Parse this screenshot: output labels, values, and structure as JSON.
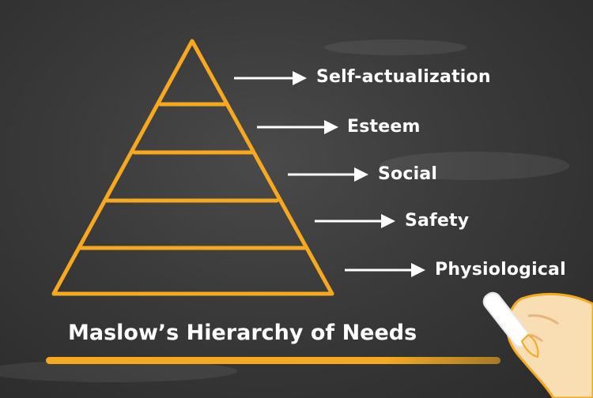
{
  "title": "Maslow’s Hierarchy of Needs",
  "levels": [
    {
      "label": "Self-actualization"
    },
    {
      "label": "Esteem"
    },
    {
      "label": "Social"
    },
    {
      "label": "Safety"
    },
    {
      "label": "Physiological"
    }
  ],
  "colors": {
    "background": "#3a3a3a",
    "pyramid_stroke": "#f6a91f",
    "text": "#ffffff",
    "arrow": "#ffffff"
  }
}
